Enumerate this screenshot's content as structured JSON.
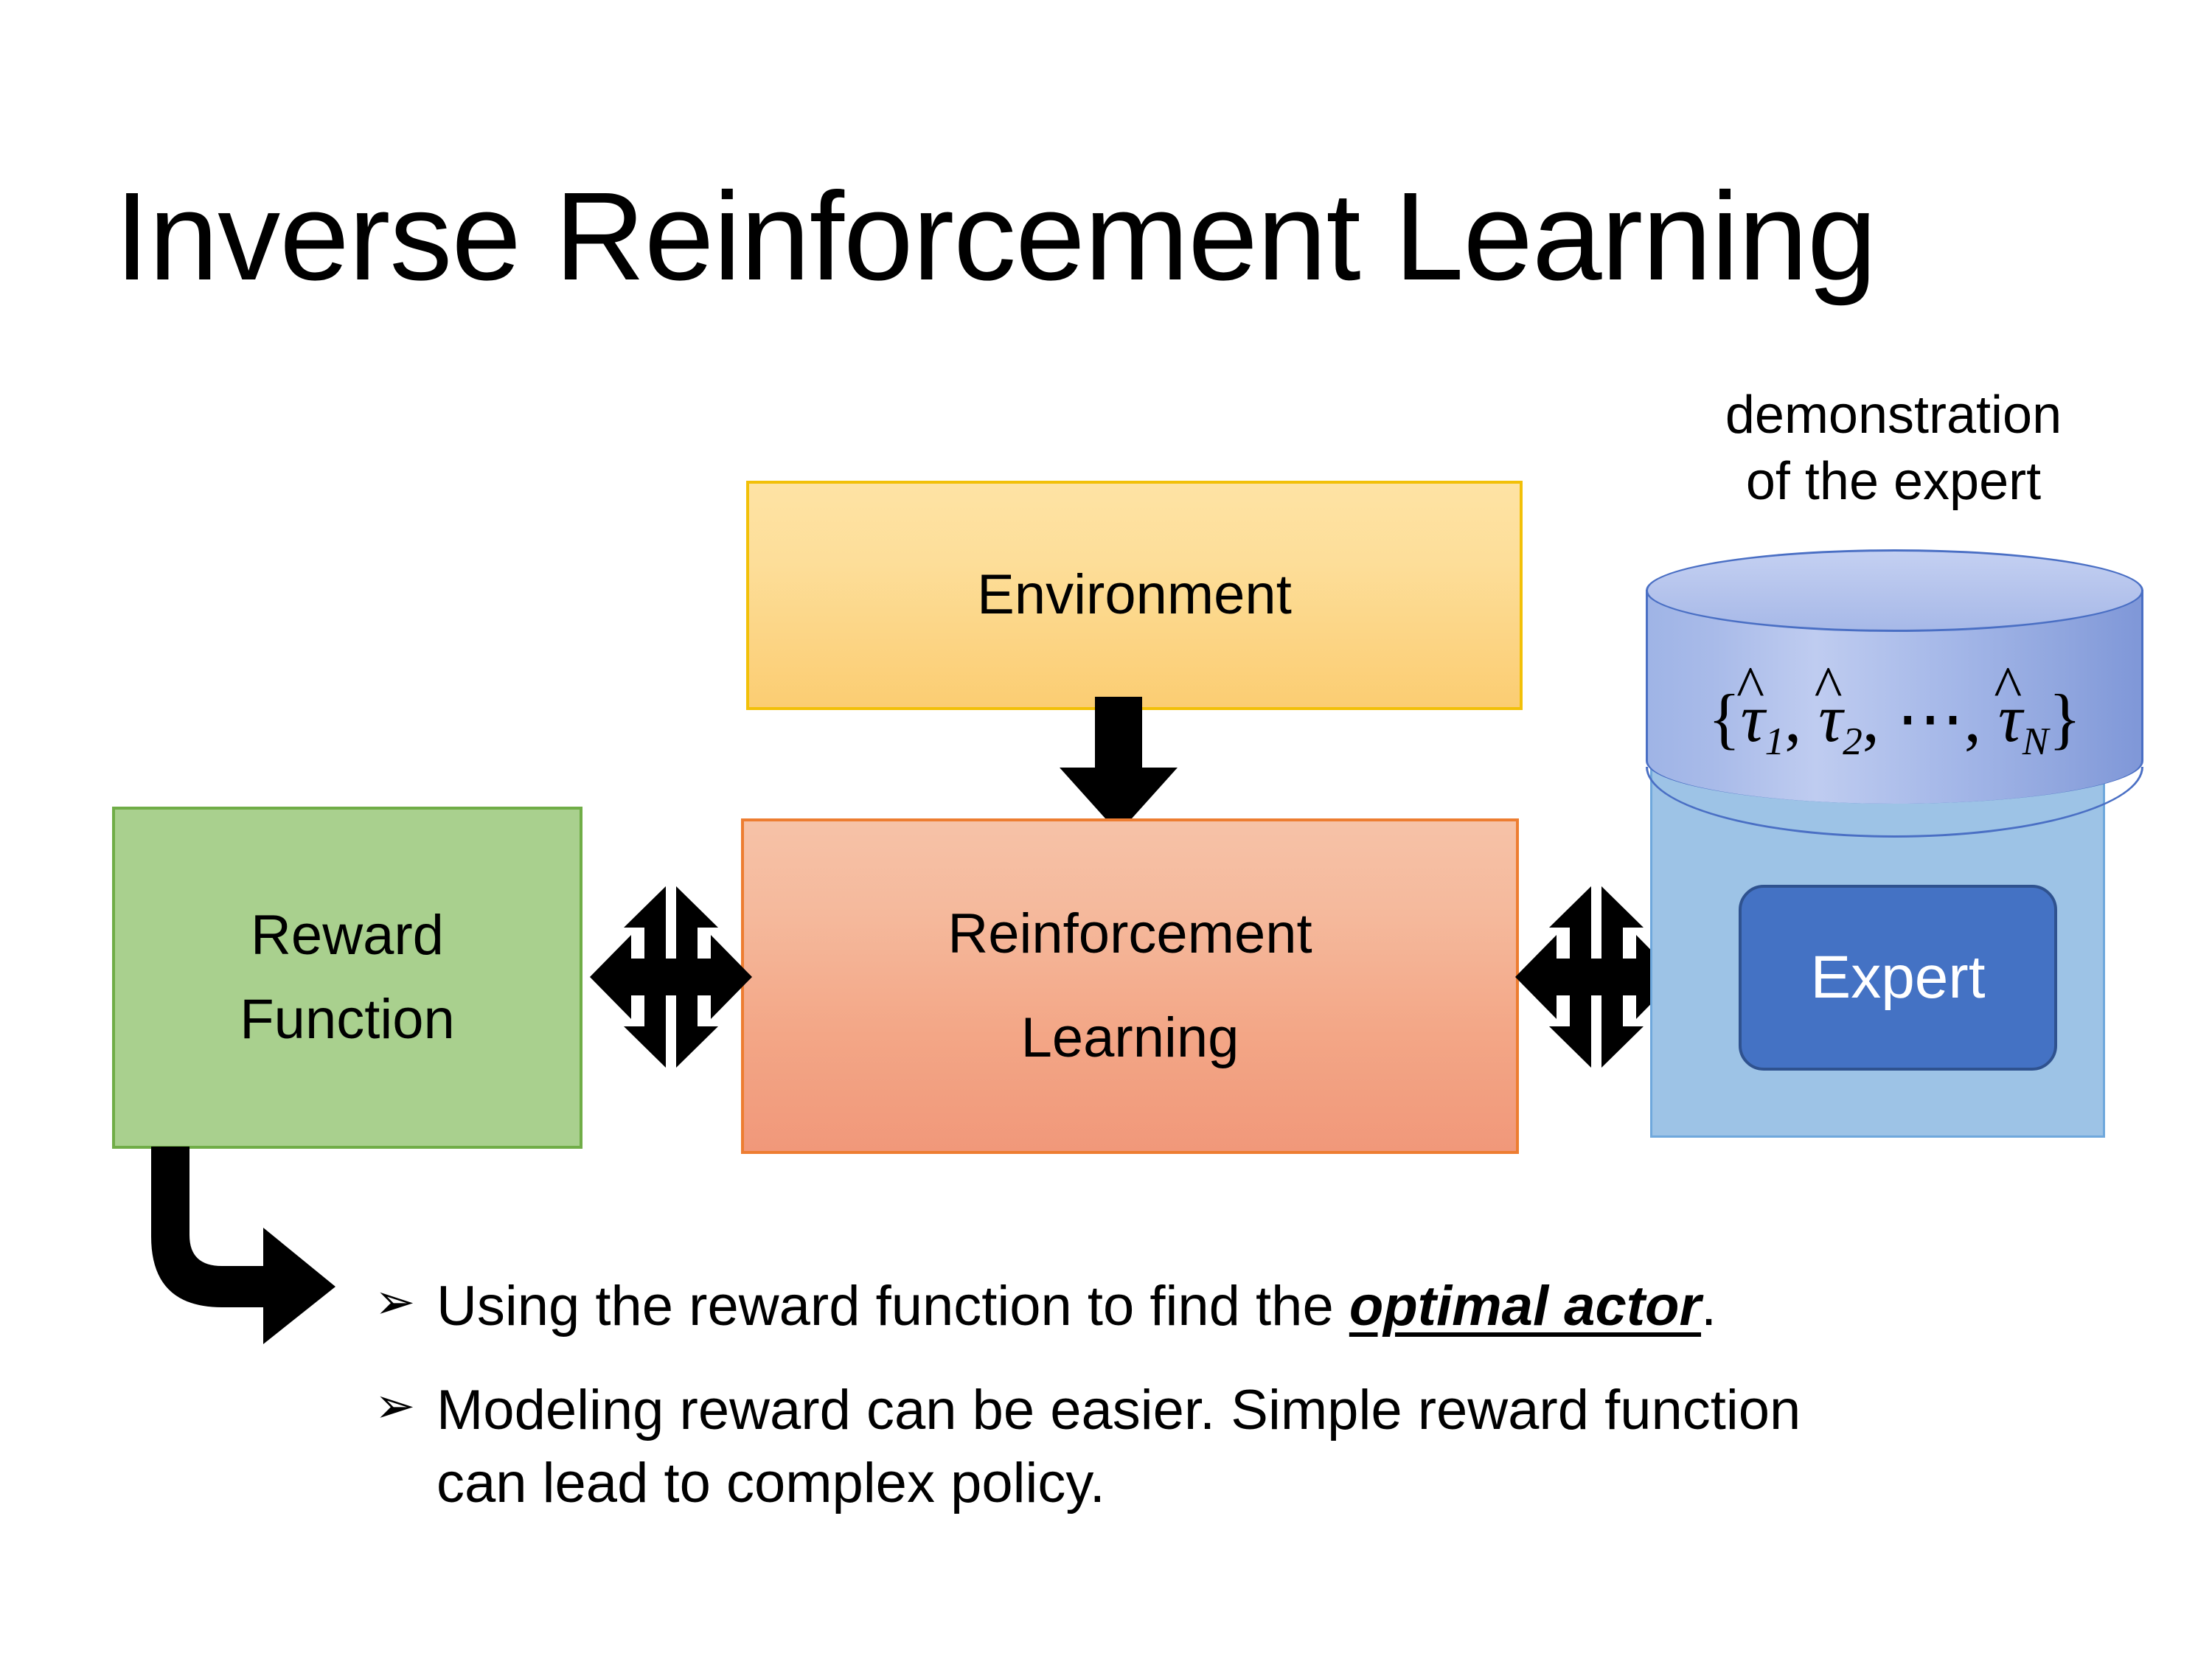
{
  "slide": {
    "title": "Inverse Reinforcement Learning",
    "background": "#FFFFFF"
  },
  "diagram": {
    "boxes": [
      {
        "id": "environment",
        "label": "Environment",
        "fill": "#FCD483",
        "border": "#F2C008",
        "text_color": "#000000"
      },
      {
        "id": "reinforcement-learning",
        "label": "Reinforcement\nLearning",
        "line1": "Reinforcement",
        "line2": "Learning",
        "fill": "#F3A686",
        "border": "#ED7D31",
        "text_color": "#000000"
      },
      {
        "id": "reward-function",
        "label": "Reward\nFunction",
        "line1": "Reward",
        "line2": "Function",
        "fill": "#A9D08E",
        "border": "#70AD47",
        "text_color": "#000000"
      },
      {
        "id": "expert",
        "label": "Expert",
        "fill": "#4472C4",
        "border": "#2F528F",
        "text_color": "#FFFFFF"
      }
    ],
    "expert_panel": {
      "fill": "#9DC3E6",
      "border": "#6FA8DC"
    },
    "demonstration": {
      "caption_line1": "demonstration",
      "caption_line2": "of the expert",
      "cylinder_fill": "#A9BBE9",
      "cylinder_border": "#4A6FC4",
      "formula_plain": "{τ̂₁, τ̂₂, ⋯, τ̂N}",
      "formula_parts": {
        "open": "{",
        "t1_sym": "τ",
        "t1_sub": "1",
        "sep1": ", ",
        "t2_sym": "τ",
        "t2_sub": "2",
        "sep2": ", ",
        "dots": "⋯",
        "sep3": ", ",
        "tn_sym": "τ",
        "tn_sub": "N",
        "close": "}",
        "hat": "^"
      }
    },
    "arrows": [
      {
        "id": "environment-to-rl",
        "kind": "down-block-arrow",
        "color": "#000000"
      },
      {
        "id": "reward-function-rl-link",
        "kind": "four-way-arrow",
        "color": "#000000"
      },
      {
        "id": "rl-expert-link",
        "kind": "four-way-arrow",
        "color": "#000000"
      },
      {
        "id": "reward-function-to-notes",
        "kind": "bent-elbow-arrow",
        "color": "#000000"
      }
    ]
  },
  "notes": {
    "bullet_marker": "➢",
    "items": [
      {
        "prefix": "Using the reward function to find the ",
        "emphasis": "optimal actor",
        "suffix": "."
      },
      {
        "text": "Modeling reward can be easier. Simple reward function can lead to complex policy."
      }
    ]
  }
}
